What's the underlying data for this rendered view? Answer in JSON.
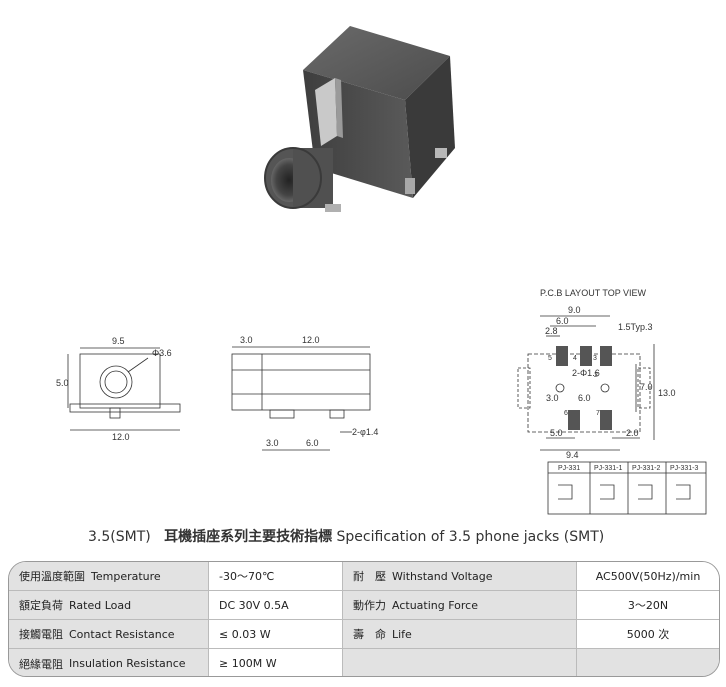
{
  "title": {
    "prefix": "3.5(SMT)",
    "cn": "耳機插座系列主要技術指標",
    "en": "Specification of 3.5 phone jacks (SMT)"
  },
  "drawing": {
    "front": {
      "width": "9.5",
      "hole": "Φ3.6",
      "height": "5.0",
      "base": "12.0"
    },
    "side": {
      "top_left": "3.0",
      "top_len": "12.0",
      "bot_a": "3.0",
      "bot_b": "6.0",
      "pin": "2-φ1.4"
    },
    "pcb": {
      "heading": "P.C.B  LAYOUT  TOP VIEW",
      "d9": "9.0",
      "d6": "6.0",
      "d28": "2.8",
      "typ": "1.5Typ.3",
      "hole": "2-Φ1.6",
      "d30": "3.0",
      "d60": "6.0",
      "d70": "7.0",
      "d130": "13.0",
      "d50": "5.0",
      "d94": "9.4",
      "d20": "2.0",
      "pins": [
        "5",
        "4",
        "3",
        "2",
        "6",
        "7"
      ]
    },
    "schematic_labels": [
      "PJ-331",
      "PJ-331-1",
      "PJ-331-2",
      "PJ-331-3"
    ]
  },
  "specs": [
    {
      "cn1": "使用溫度範圍",
      "en1": "Temperature",
      "v1": "-30～70℃",
      "cn2": "耐　壓",
      "en2": "Withstand Voltage",
      "v2": "AC500V(50Hz)/min"
    },
    {
      "cn1": "額定負荷",
      "en1": "Rated Load",
      "v1": "DC  30V  0.5A",
      "cn2": "動作力",
      "en2": "Actuating Force",
      "v2": "3～20N"
    },
    {
      "cn1": "接觸電阻",
      "en1": "Contact Resistance",
      "v1": "≤ 0.03 W",
      "cn2": "壽　命",
      "en2": "Life",
      "v2": "5000 次"
    },
    {
      "cn1": "絕緣電阻",
      "en1": "Insulation Resistance",
      "v1": "≥ 100M W",
      "cn2": "",
      "en2": "",
      "v2": ""
    }
  ],
  "colors": {
    "table_gray": "#e2e2e2",
    "product_body": "#4a4a4a"
  }
}
